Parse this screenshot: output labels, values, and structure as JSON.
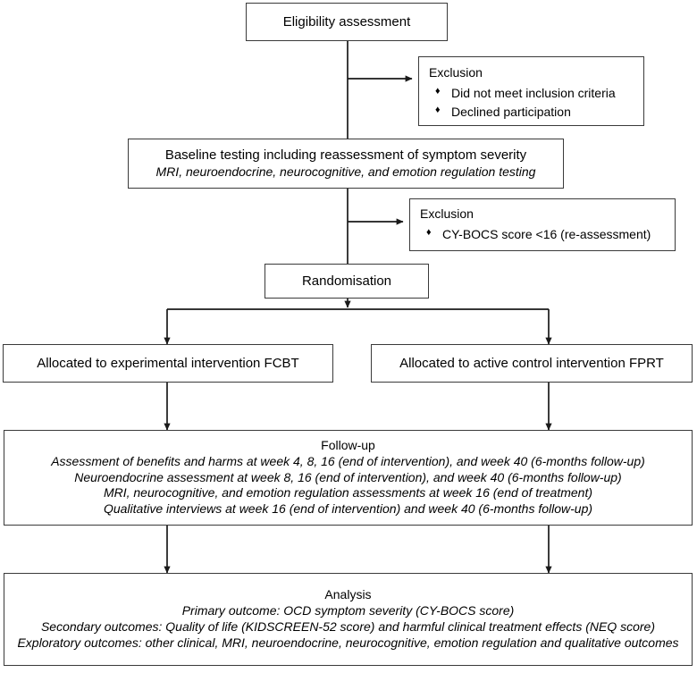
{
  "diagram": {
    "title": "CONSORT-style trial flow diagram",
    "line_color": "#1a1a1a",
    "box_border_color": "#3a3a3a",
    "background": "#ffffff"
  },
  "nodes": {
    "eligibility": {
      "label": "Eligibility assessment"
    },
    "exclusion1": {
      "title": "Exclusion",
      "bullet_glyph": "♦",
      "items": [
        "Did not meet inclusion criteria",
        "Declined participation"
      ]
    },
    "baseline": {
      "line1": "Baseline testing including reassessment of symptom severity",
      "line2": "MRI, neuroendocrine, neurocognitive, and emotion regulation testing"
    },
    "exclusion2": {
      "title": "Exclusion",
      "bullet_glyph": "♦",
      "items": [
        "CY-BOCS score <16 (re-assessment)"
      ]
    },
    "randomisation": {
      "label": "Randomisation"
    },
    "allocation_left": {
      "label": "Allocated to experimental intervention FCBT"
    },
    "allocation_right": {
      "label": "Allocated to active control intervention FPRT"
    },
    "followup": {
      "heading": "Follow-up",
      "lines": [
        "Assessment of benefits and harms at week 4, 8, 16 (end of intervention), and week 40 (6-months follow-up)",
        "Neuroendocrine assessment at week 8, 16 (end of intervention), and week 40 (6-months follow-up)",
        "MRI, neurocognitive, and emotion regulation assessments at week 16 (end of treatment)",
        "Qualitative interviews at week 16 (end of intervention) and week 40 (6-months follow-up)"
      ]
    },
    "analysis": {
      "heading": "Analysis",
      "lines": [
        "Primary outcome: OCD symptom severity (CY-BOCS score)",
        "Secondary outcomes: Quality of life (KIDSCREEN-52 score) and harmful clinical treatment effects (NEQ score)",
        "Exploratory outcomes: other clinical, MRI, neuroendocrine, neurocognitive, emotion regulation and qualitative outcomes"
      ]
    }
  }
}
